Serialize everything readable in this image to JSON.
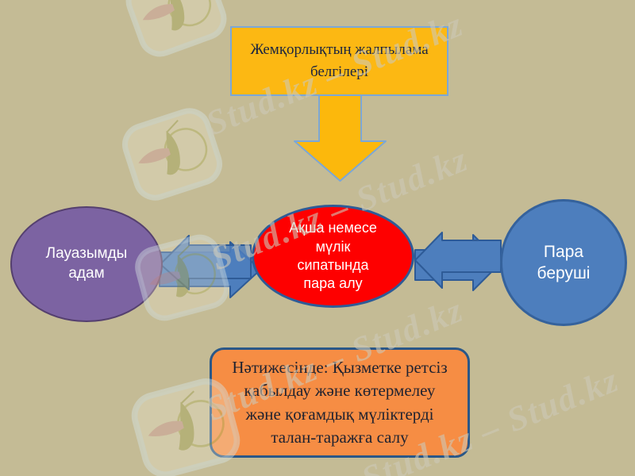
{
  "diagram": {
    "title_box": "Жемқорлықтың жалпылама\nбелгілері",
    "official_node": "Лауазымды\nадам",
    "bribe_node": "Ақша немесе\nмүлік\nсипатында\nпара алу",
    "giver_node": "Пара\nберуші",
    "result_box": "Нәтижесінде: Қызметке ретсіз\nқабылдау және көтермелеу\nжәне қоғамдық мүліктерді\nталан-таражға салу"
  },
  "watermark": {
    "brand_text": "Stud.kz – Stud.kz",
    "logo": "stud-kz-hummingbird-logo"
  },
  "colors": {
    "background": "#c4bb95",
    "title_box_fill": "#fcb813",
    "title_box_border": "#7ba7d7",
    "down_arrow_fill": "#fcb80c",
    "official_node_fill": "#7c63a2",
    "bribe_node_fill": "#fe0000",
    "giver_node_fill": "#4d7ebd",
    "connector_fill": "#4d7ebd",
    "connector_border": "#2e5b97",
    "result_box_fill": "#f68d44",
    "result_box_border": "#2a5788"
  }
}
